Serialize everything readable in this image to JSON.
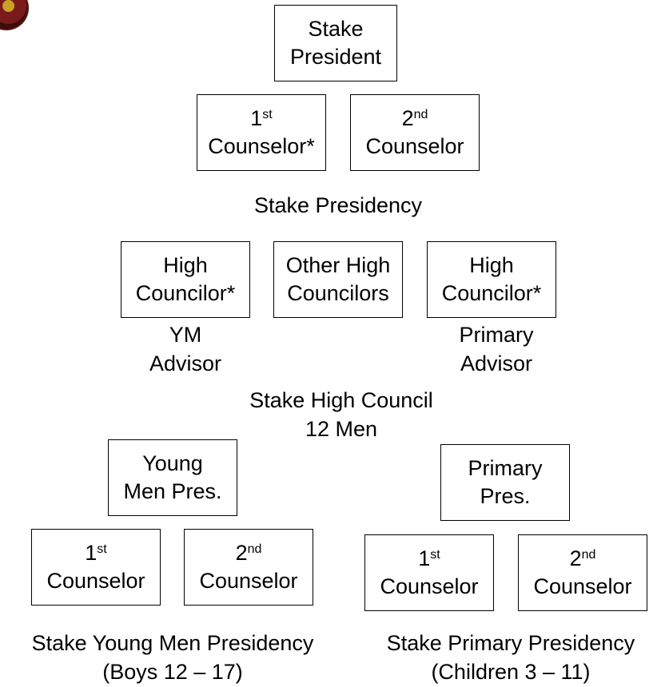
{
  "logo": {
    "icon": "seal-logo-icon",
    "colors": [
      "#7a1a1a",
      "#c9a227"
    ]
  },
  "stake_presidency": {
    "president": {
      "line1": "Stake",
      "line2": "President"
    },
    "first_counselor": {
      "num": "1",
      "sup": "st",
      "label": "Counselor*"
    },
    "second_counselor": {
      "num": "2",
      "sup": "nd",
      "label": "Counselor"
    },
    "caption": "Stake Presidency"
  },
  "high_council": {
    "ym_councilor": {
      "line1": "High",
      "line2": "Councilor*"
    },
    "other_councilors": {
      "line1": "Other High",
      "line2": "Councilors"
    },
    "primary_councilor": {
      "line1": "High",
      "line2": "Councilor*"
    },
    "ym_advisor": {
      "line1": "YM",
      "line2": "Advisor"
    },
    "primary_advisor": {
      "line1": "Primary",
      "line2": "Advisor"
    },
    "caption_line1": "Stake High Council",
    "caption_line2": "12 Men"
  },
  "young_men": {
    "president": {
      "line1": "Young",
      "line2": "Men Pres."
    },
    "first_counselor": {
      "num": "1",
      "sup": "st",
      "label": "Counselor"
    },
    "second_counselor": {
      "num": "2",
      "sup": "nd",
      "label": "Counselor"
    },
    "caption_line1": "Stake Young Men Presidency",
    "caption_line2": "(Boys 12 – 17)"
  },
  "primary": {
    "president": {
      "line1": "Primary",
      "line2": "Pres."
    },
    "first_counselor": {
      "num": "1",
      "sup": "st",
      "label": "Counselor"
    },
    "second_counselor": {
      "num": "2",
      "sup": "nd",
      "label": "Counselor"
    },
    "caption_line1": "Stake Primary Presidency",
    "caption_line2": "(Children 3 – 11)"
  }
}
